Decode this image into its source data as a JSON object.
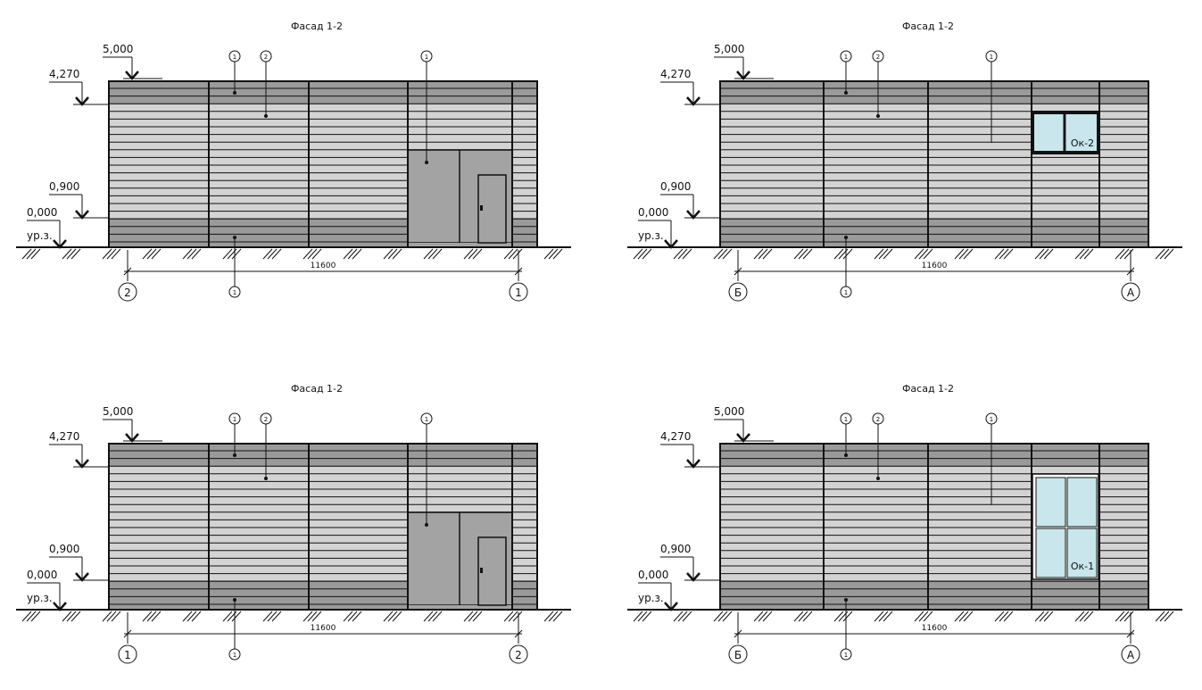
{
  "facades": [
    {
      "title": "Фасад 1-2",
      "levels": [
        "5,000",
        "4,270",
        "0,900",
        "0,000",
        "ур.з."
      ],
      "dimension": "11600",
      "axes": [
        "2",
        "1"
      ],
      "leaders_top": [
        "1",
        "2",
        "1"
      ],
      "leader_bottom": "1",
      "opening": "door",
      "opening_label": ""
    },
    {
      "title": "Фасад 1-2",
      "levels": [
        "5,000",
        "4,270",
        "0,900",
        "0,000",
        "ур.з."
      ],
      "dimension": "11600",
      "axes": [
        "Б",
        "А"
      ],
      "leaders_top": [
        "1",
        "2",
        "1"
      ],
      "leader_bottom": "1",
      "opening": "window-small",
      "opening_label": "Ок-2"
    },
    {
      "title": "Фасад 1-2",
      "levels": [
        "5,000",
        "4,270",
        "0,900",
        "0,000",
        "ур.з."
      ],
      "dimension": "11600",
      "axes": [
        "1",
        "2"
      ],
      "leaders_top": [
        "1",
        "2",
        "1"
      ],
      "leader_bottom": "1",
      "opening": "door",
      "opening_label": ""
    },
    {
      "title": "Фасад 1-2",
      "levels": [
        "5,000",
        "4,270",
        "0,900",
        "0,000",
        "ур.з."
      ],
      "dimension": "11600",
      "axes": [
        "Б",
        "А"
      ],
      "leaders_top": [
        "1",
        "2",
        "1"
      ],
      "leader_bottom": "1",
      "opening": "window-tall",
      "opening_label": "Ок-1"
    }
  ],
  "colors": {
    "dark": "#9a9a9a",
    "light": "#d3d3d3",
    "door": "#a3a3a3",
    "glass": "#c8e6ec",
    "line": "#111111"
  }
}
